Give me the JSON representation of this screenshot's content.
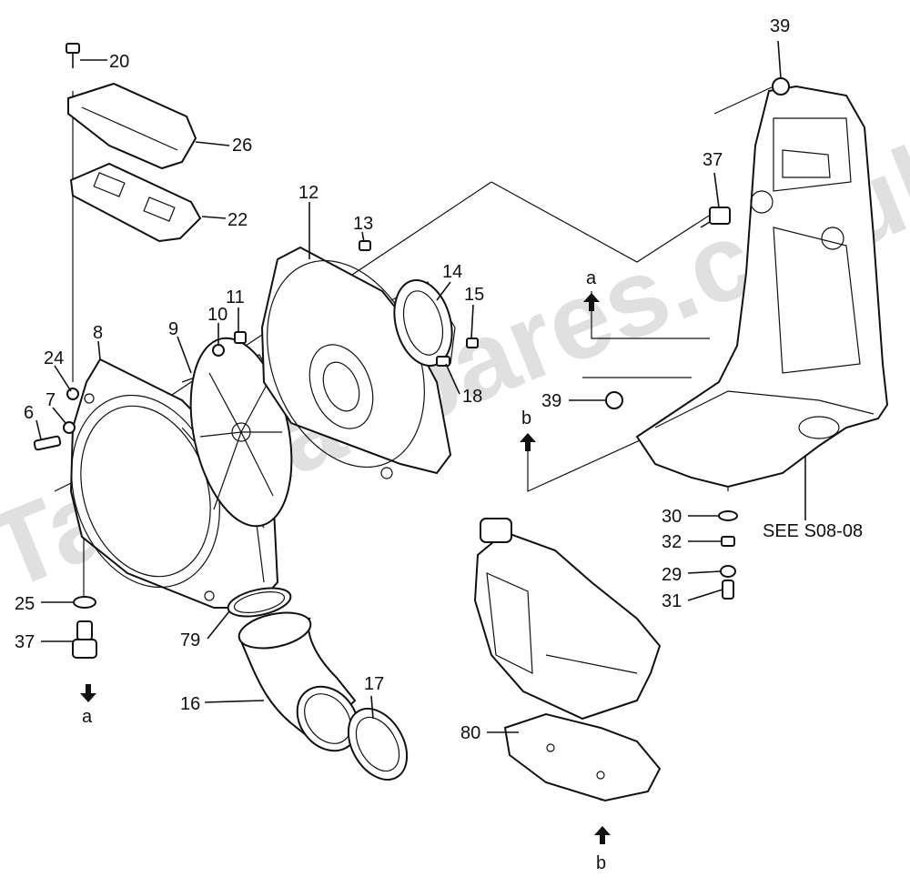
{
  "watermark": "Tanakaspares.co.uk",
  "callouts": {
    "p20": "20",
    "p26": "26",
    "p22": "22",
    "p12": "12",
    "p13": "13",
    "p14": "14",
    "p15": "15",
    "p18": "18",
    "p11": "11",
    "p10": "10",
    "p8": "8",
    "p9": "9",
    "p24": "24",
    "p7": "7",
    "p6": "6",
    "p25": "25",
    "p37a": "37",
    "p79": "79",
    "p16": "16",
    "p17": "17",
    "p39a": "39",
    "p37b": "37",
    "p39b": "39",
    "p30": "30",
    "p32": "32",
    "p29": "29",
    "p31": "31",
    "p80": "80"
  },
  "markers": {
    "a_top": "a",
    "b_top": "b",
    "a_bottom": "a",
    "b_bottom": "b"
  },
  "reference": "SEE S08-08"
}
